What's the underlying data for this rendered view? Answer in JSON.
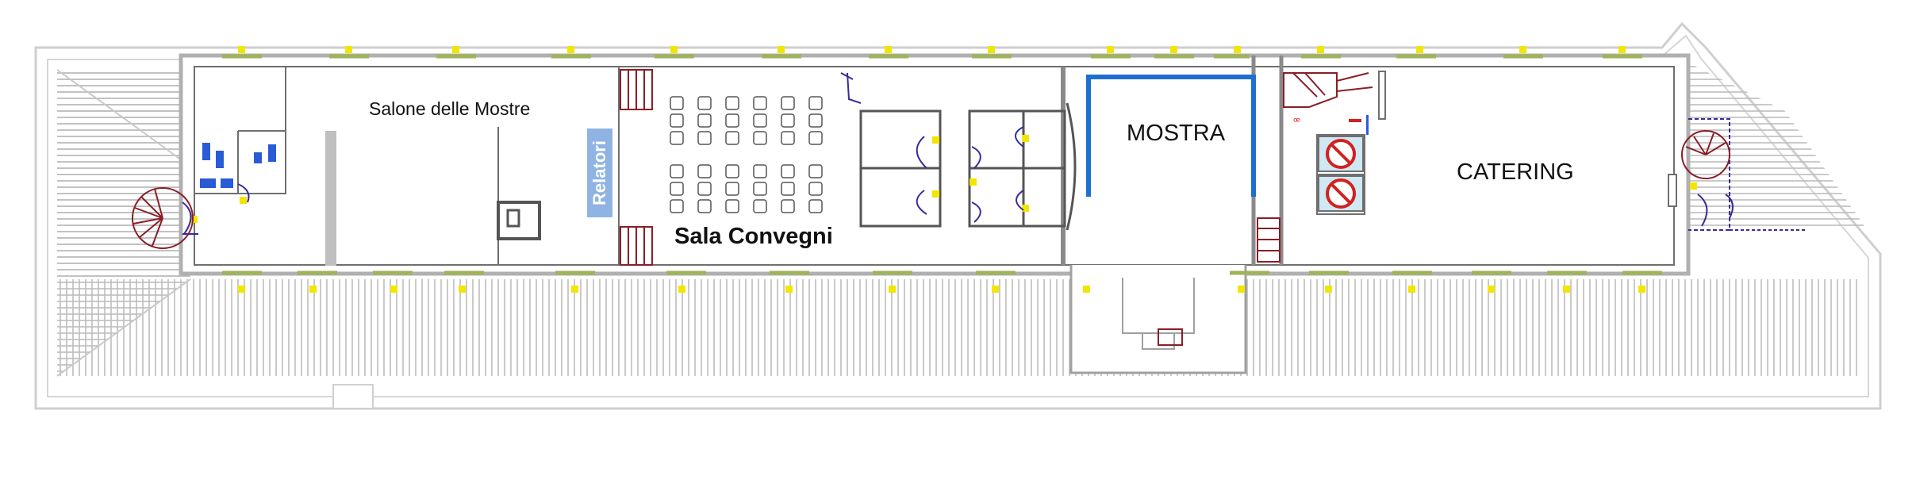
{
  "rooms": {
    "salone": "Salone delle Mostre",
    "sala_convegni": "Sala Convegni",
    "relatori": "Relatori",
    "mostra": "MOSTRA",
    "catering": "CATERING"
  },
  "colors": {
    "wall": "#b8b8b8",
    "wall_inner": "#6a6a6a",
    "hatch": "#bdbdbd",
    "window": "#9fb35a",
    "light": "#f2e600",
    "stair": "#8a1e26",
    "door": "#3a2a9a",
    "exhibit_line": "#1f6fd1",
    "relatori_bg": "#8fb4e3",
    "toilet": "#2a5bd7",
    "no_entry": "#d32020"
  },
  "icons": [
    "stair-icon",
    "door-swing-icon",
    "toilet-icon",
    "no-access-sign-icon",
    "light-marker-icon"
  ]
}
